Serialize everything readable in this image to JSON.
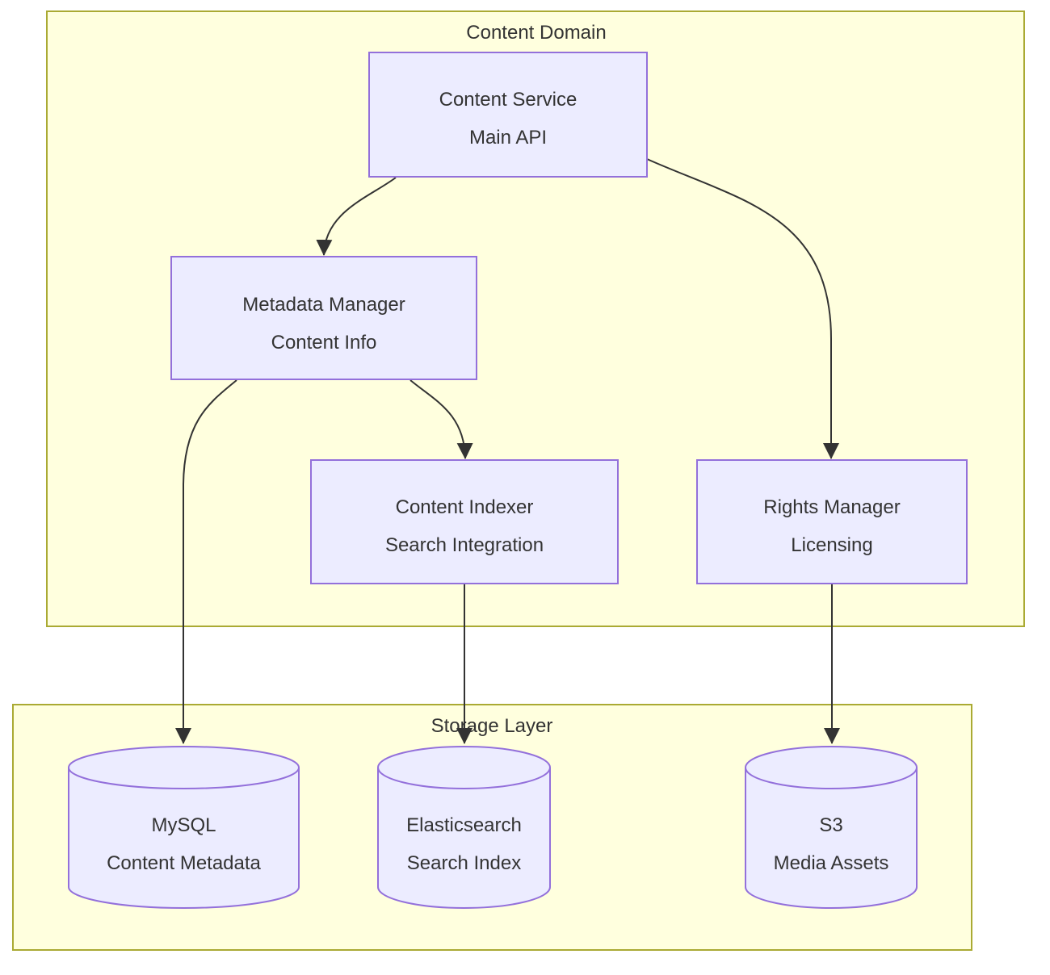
{
  "diagram": {
    "type": "flowchart",
    "groups": {
      "content_domain": {
        "label": "Content Domain"
      },
      "storage_layer": {
        "label": "Storage Layer"
      }
    },
    "nodes": {
      "content_service": {
        "title": "Content Service",
        "subtitle": "Main API",
        "group": "content_domain",
        "shape": "rect"
      },
      "metadata_manager": {
        "title": "Metadata Manager",
        "subtitle": "Content Info",
        "group": "content_domain",
        "shape": "rect"
      },
      "content_indexer": {
        "title": "Content Indexer",
        "subtitle": "Search Integration",
        "group": "content_domain",
        "shape": "rect"
      },
      "rights_manager": {
        "title": "Rights Manager",
        "subtitle": "Licensing",
        "group": "content_domain",
        "shape": "rect"
      },
      "mysql": {
        "title": "MySQL",
        "subtitle": "Content Metadata",
        "group": "storage_layer",
        "shape": "cylinder"
      },
      "elasticsearch": {
        "title": "Elasticsearch",
        "subtitle": "Search Index",
        "group": "storage_layer",
        "shape": "cylinder"
      },
      "s3": {
        "title": "S3",
        "subtitle": "Media Assets",
        "group": "storage_layer",
        "shape": "cylinder"
      }
    },
    "edges": [
      {
        "from": "content_service",
        "to": "metadata_manager"
      },
      {
        "from": "content_service",
        "to": "rights_manager"
      },
      {
        "from": "metadata_manager",
        "to": "content_indexer"
      },
      {
        "from": "metadata_manager",
        "to": "mysql"
      },
      {
        "from": "content_indexer",
        "to": "elasticsearch"
      },
      {
        "from": "rights_manager",
        "to": "s3"
      }
    ],
    "colors": {
      "node_fill": "#ECECFF",
      "node_stroke": "#9370DB",
      "group_fill": "#ffffde",
      "group_stroke": "#aaaa33",
      "edge": "#333333",
      "text": "#333333"
    }
  }
}
